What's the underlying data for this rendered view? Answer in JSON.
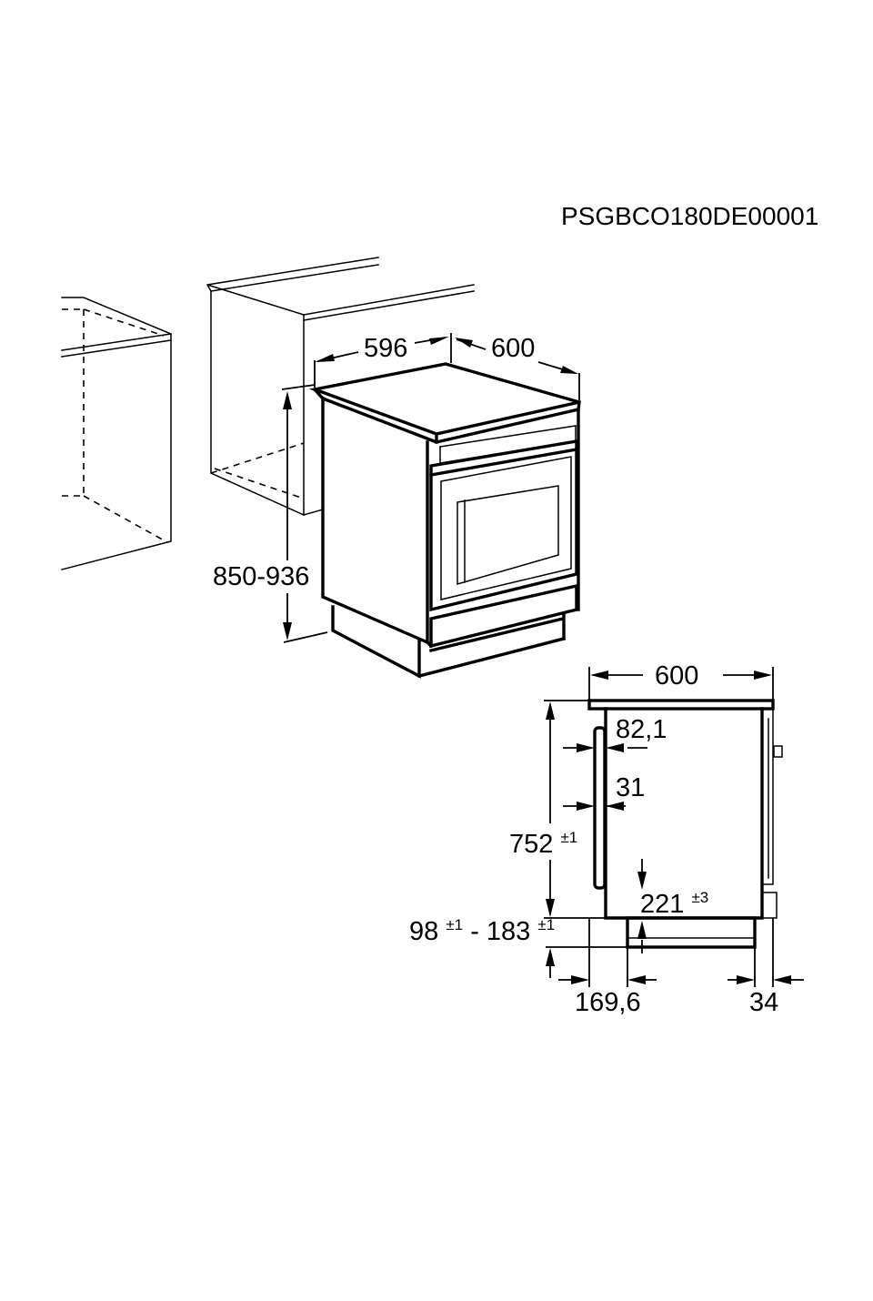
{
  "product_code": "PSGBCO180DE00001",
  "perspective_view": {
    "width_label": "596",
    "depth_label": "600",
    "height_label": "850-936"
  },
  "side_view": {
    "depth_label": "600",
    "handle_offset_label": "82,1",
    "handle_gap_label": "31",
    "body_height_base": "752",
    "body_height_tol": "±1",
    "plinth_height_base": "221",
    "plinth_height_tol": "±3",
    "feet_range_1_base": "98",
    "feet_range_1_tol": "±1",
    "feet_range_sep": "-",
    "feet_range_2_base": "183",
    "feet_range_2_tol": "±1",
    "feet_offset_label": "169,6",
    "back_offset_label": "34"
  }
}
